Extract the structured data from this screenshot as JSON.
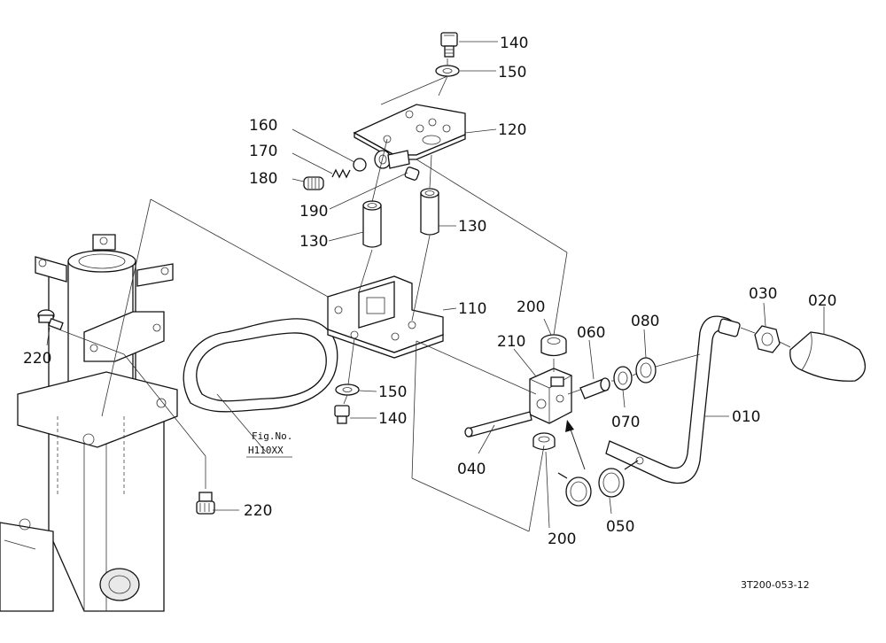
{
  "parts": {
    "p140_top": "140",
    "p150_top": "150",
    "p120": "120",
    "p160": "160",
    "p170": "170",
    "p180": "180",
    "p190": "190",
    "p130_left": "130",
    "p130_right": "130",
    "p110": "110",
    "p150_bottom": "150",
    "p140_bottom": "140",
    "p200_top": "200",
    "p210": "210",
    "p060": "060",
    "p080": "080",
    "p030": "030",
    "p020": "020",
    "p070": "070",
    "p010": "010",
    "p040": "040",
    "p200_bottom": "200",
    "p050": "050",
    "p220_top": "220",
    "p220_bottom": "220"
  },
  "fig_ref": {
    "line1": "Fig.No.",
    "line2": "H110XX"
  },
  "drawing_number": "3T200-053-12"
}
